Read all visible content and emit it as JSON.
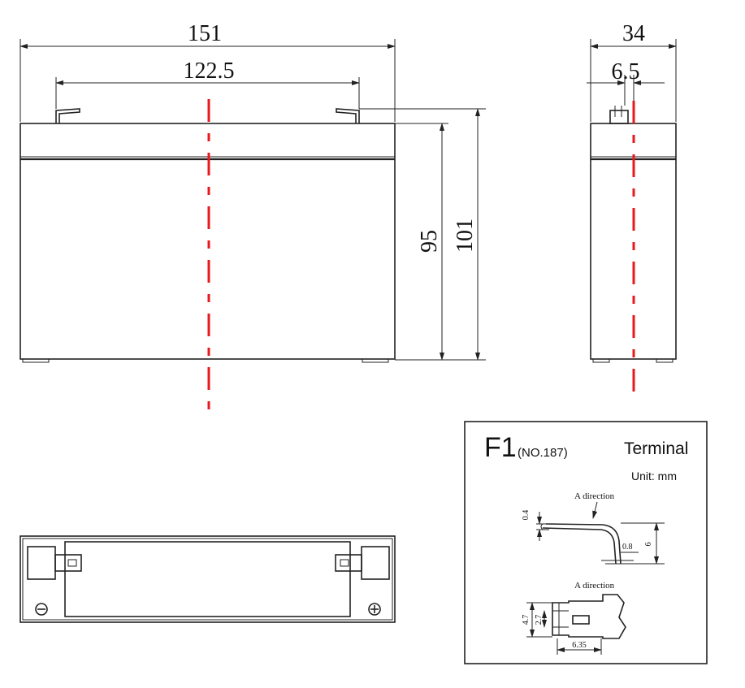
{
  "dims": {
    "width_overall": "151",
    "terminal_spacing": "122.5",
    "height_case": "95",
    "height_total": "101",
    "depth": "34",
    "terminal_offset": "6.5"
  },
  "terminal_box": {
    "code": "F1",
    "number": "(NO.187)",
    "title": "Terminal",
    "unit": "Unit: mm",
    "direction_label_1": "A direction",
    "direction_label_2": "A direction",
    "dim_thickness": "0.4",
    "dim_gap": "0.8",
    "dim_height": "6",
    "dim_width_a": "4.7",
    "dim_width_b": "2.7",
    "dim_length": "6.35"
  },
  "colors": {
    "centerline": "#e8181c",
    "line": "#222222"
  }
}
